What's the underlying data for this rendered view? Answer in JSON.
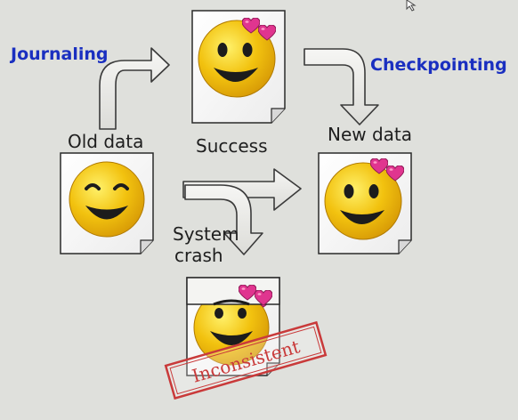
{
  "labels": {
    "journaling": "Journaling",
    "checkpointing": "Checkpointing",
    "old_data": "Old data",
    "new_data": "New data",
    "success": "Success",
    "system_crash_line1": "System",
    "system_crash_line2": "crash",
    "inconsistent": "Inconsistent"
  },
  "icons": {
    "old": "smiley-plain-icon",
    "journal": "smiley-hearts-icon",
    "new": "smiley-hearts-icon",
    "crash": "smiley-partial-hearts-icon",
    "cursor": "mouse-cursor-icon"
  },
  "colors": {
    "background": "#dfe0dc",
    "label_blue": "#1a2fc0",
    "label_dark": "#1e1e1e",
    "smiley_yellow": "#f2c20f",
    "heart_pink": "#e0358f",
    "stamp_red": "#c93a3a",
    "arrow_fill": "#ececea"
  }
}
